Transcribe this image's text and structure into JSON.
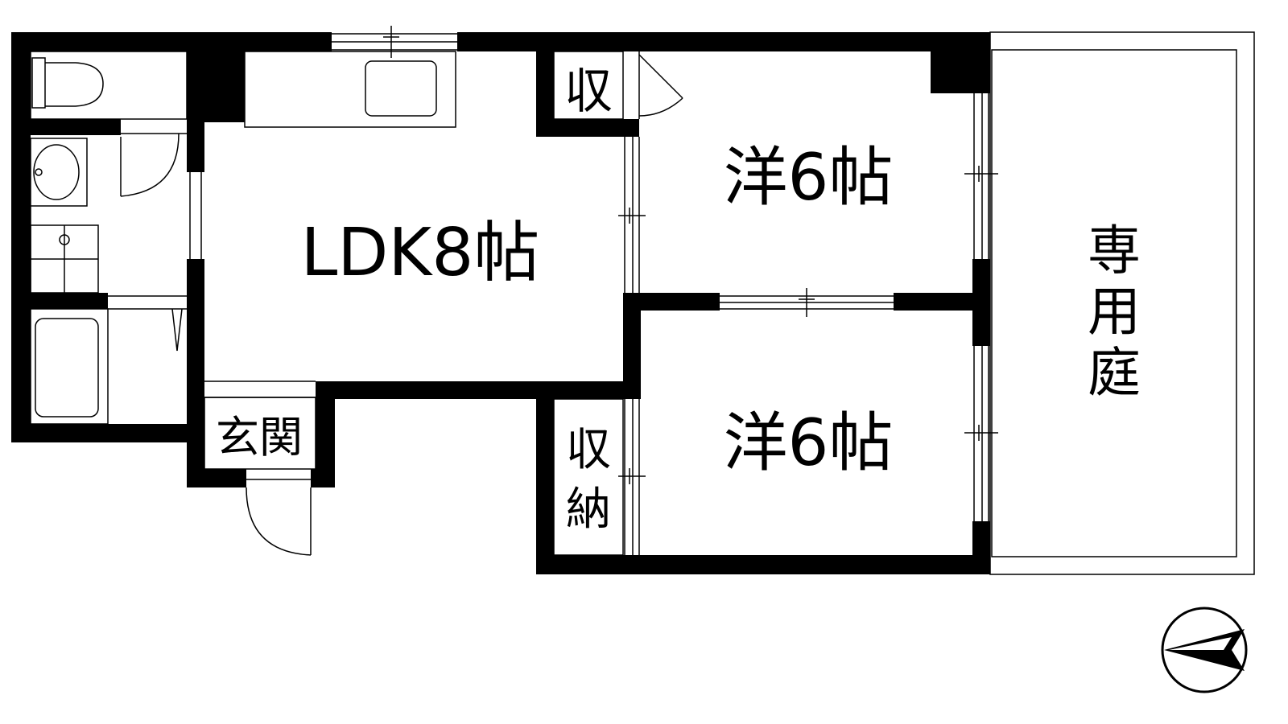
{
  "rooms": {
    "ldk": "LDK8帖",
    "western_upper": "洋6帖",
    "western_lower": "洋6帖",
    "storage_small": "収",
    "storage_lower_top": "収",
    "storage_lower_bottom": "納",
    "entrance": "玄関",
    "garden_1": "専",
    "garden_2": "用",
    "garden_3": "庭"
  },
  "colors": {
    "wall": "#000000",
    "line": "#000000",
    "background": "#ffffff"
  }
}
